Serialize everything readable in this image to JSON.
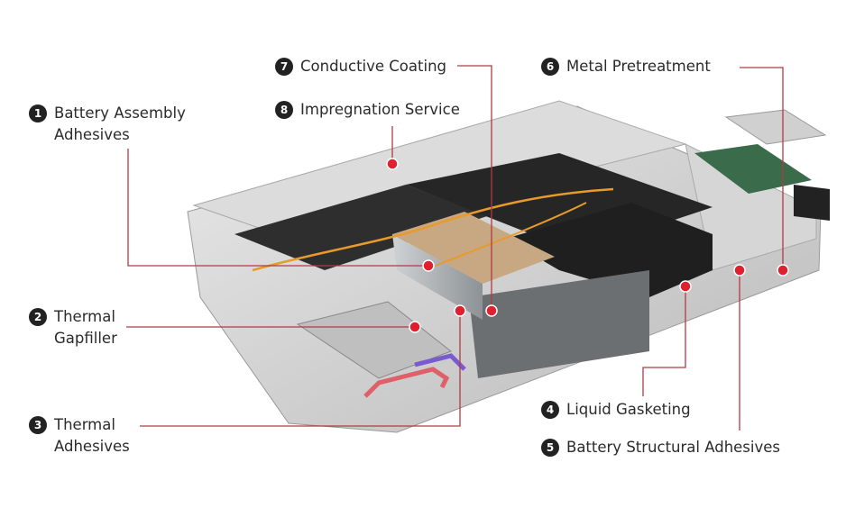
{
  "colors": {
    "leader_line": "#b23a44",
    "callout_dot": "#e0202e",
    "number_badge": "#222222"
  },
  "callouts": [
    {
      "number": "1",
      "text": "Battery Assembly\nAdhesives"
    },
    {
      "number": "2",
      "text": "Thermal\nGapfiller"
    },
    {
      "number": "3",
      "text": "Thermal\nAdhesives"
    },
    {
      "number": "4",
      "text": "Liquid Gasketing"
    },
    {
      "number": "5",
      "text": "Battery Structural Adhesives"
    },
    {
      "number": "6",
      "text": "Metal Pretreatment"
    },
    {
      "number": "7",
      "text": "Conductive Coating"
    },
    {
      "number": "8",
      "text": "Impregnation Service"
    }
  ]
}
